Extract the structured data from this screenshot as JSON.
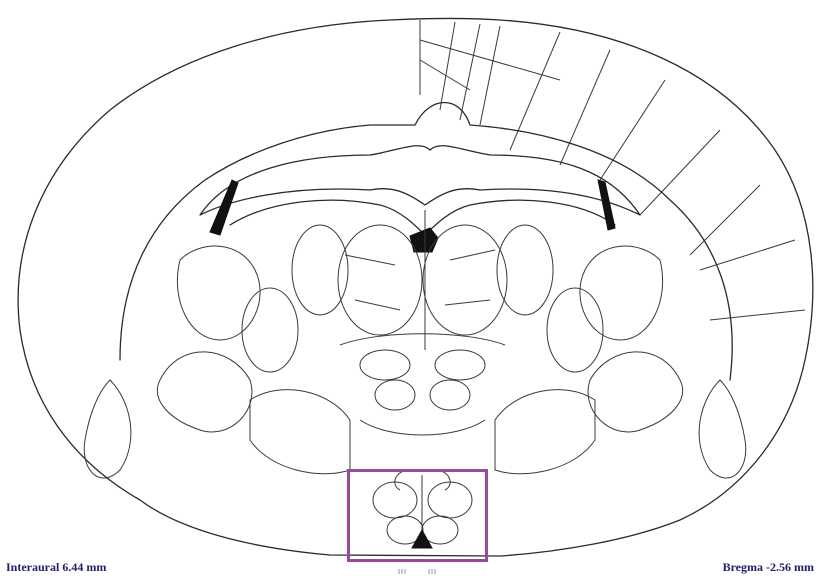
{
  "labels": {
    "interaural": "Interaural 6.44 mm",
    "bregma": "Bregma -2.56 mm"
  },
  "roi": {
    "color": "#9a4a9a"
  },
  "scale_marks": {
    "left": "ǁǁǁ",
    "right": "ǁǁǁ"
  },
  "colors": {
    "outline": "#2a2a2a",
    "label": "#1e1e6e"
  }
}
